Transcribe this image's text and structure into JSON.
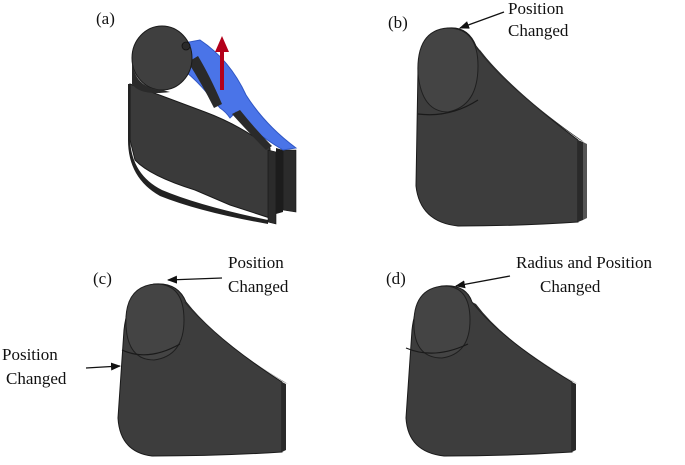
{
  "colors": {
    "body": "#3d3d3d",
    "body_dark": "#2a2a2a",
    "body_light": "#555555",
    "edge": "#1a1a1a",
    "blue": "#4a74e8",
    "blue_dark": "#2f56c4",
    "arrow_red": "#b3001a",
    "text": "#111111"
  },
  "panels": {
    "a": {
      "label": "(a)"
    },
    "b": {
      "label": "(b)",
      "annotations": [
        "Position",
        "Changed"
      ]
    },
    "c": {
      "label": "(c)",
      "annotations": [
        "Position",
        "Changed"
      ],
      "side_annotations": [
        "Position",
        "Changed"
      ]
    },
    "d": {
      "label": "(d)",
      "annotations": [
        "Radius and Position",
        "Changed"
      ]
    }
  }
}
